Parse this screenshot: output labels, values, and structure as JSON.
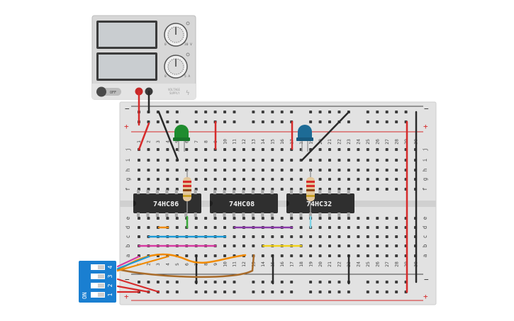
{
  "power_supply": {
    "off_label": "OFF",
    "knob1_marks": [
      "0",
      "30 V"
    ],
    "knob2_marks": [
      "0",
      "5 A"
    ],
    "brand_line1": "VOLTAGE",
    "brand_line2": "SUPPLY"
  },
  "breadboard": {
    "row_letters": [
      "a",
      "b",
      "c",
      "d",
      "e",
      "f",
      "g",
      "h",
      "i",
      "j"
    ],
    "column_numbers": [
      "1",
      "2",
      "3",
      "4",
      "5",
      "6",
      "7",
      "8",
      "9",
      "10",
      "11",
      "12",
      "13",
      "14",
      "15",
      "16",
      "17",
      "18",
      "19",
      "20",
      "21",
      "22",
      "23",
      "24",
      "25",
      "26",
      "27",
      "28",
      "29",
      "30"
    ],
    "rail_minus": "−",
    "rail_plus": "+"
  },
  "chips": [
    {
      "label": "74HC86"
    },
    {
      "label": "74HC08"
    },
    {
      "label": "74HC32"
    }
  ],
  "dip_switch": {
    "on_label": "ON",
    "switch_numbers": [
      "1",
      "2",
      "3",
      "4"
    ]
  },
  "colors": {
    "board": "#e2e2e2",
    "rail_red": "#d62b2b",
    "rail_black": "#2a2a2a",
    "chip": "#2f2f2f",
    "led_green": "#1f8c2f",
    "led_blue": "#1d6b96",
    "dip_blue": "#1a7fd1",
    "wire_orange": "#f08a00",
    "wire_blue": "#1b9ad6",
    "wire_purple": "#8a3aa8",
    "wire_magenta": "#d63aa0",
    "wire_yellow": "#f2d21b",
    "wire_brown": "#a86b2a",
    "wire_green": "#3aa83a",
    "wire_cyan": "#7fd3e6"
  }
}
